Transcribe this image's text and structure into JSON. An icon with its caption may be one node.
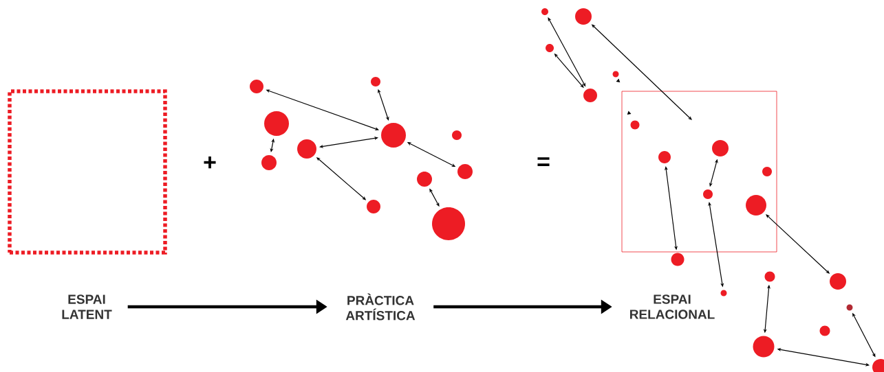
{
  "diagram": {
    "nodes": [
      {
        "text": [],
        "shape": "box"
      },
      {
        "text": [
          "ESPAI LATENT"
        ]
      },
      {
        "text": [
          "PRÀCTICA ARTÍSTICA"
        ]
      },
      {
        "text": [
          "ESPAI RELACIONAL"
        ]
      },
      {
        "text": [],
        "shape": "box"
      },
      {
        "text": [],
        "shape": "circle"
      },
      {
        "text": [],
        "shape": "circle"
      },
      {
        "text": [],
        "shape": "circle"
      },
      {
        "text": [],
        "shape": "circle"
      },
      {
        "text": [],
        "shape": "circle"
      },
      {
        "text": [],
        "shape": "circle"
      },
      {
        "text": [],
        "shape": "circle"
      },
      {
        "text": [],
        "shape": "circle"
      },
      {
        "text": [],
        "shape": "circle"
      },
      {
        "text": [],
        "shape": "circle"
      },
      {
        "text": [],
        "shape": "circle"
      },
      {
        "text": [],
        "shape": "circle"
      },
      {
        "text": [],
        "shape": "circle"
      },
      {
        "text": [],
        "shape": "circle"
      },
      {
        "text": [],
        "shape": "circle"
      },
      {
        "text": [],
        "shape": "circle"
      },
      {
        "text": [],
        "shape": "circle",
        "in": 4
      },
      {
        "text": [],
        "shape": "circle",
        "in": 4
      },
      {
        "text": [],
        "shape": "circle",
        "in": 4
      },
      {
        "text": [],
        "shape": "circle",
        "in": 4
      },
      {
        "text": [],
        "shape": "circle",
        "in": 4
      },
      {
        "text": [],
        "shape": "circle",
        "in": 4
      },
      {
        "text": [],
        "shape": "circle"
      },
      {
        "text": [],
        "shape": "circle"
      },
      {
        "text": [],
        "shape": "circle"
      },
      {
        "text": [],
        "shape": "circle"
      },
      {
        "text": [],
        "shape": "circle"
      },
      {
        "text": [],
        "shape": "circle"
      },
      {
        "text": [],
        "shape": "circle"
      },
      {
        "text": [],
        "shape": "circle"
      }
    ],
    "edges": [
      {
        "from": 1,
        "to": 2,
        "arrow": "to",
        "style": "thick"
      },
      {
        "from": 2,
        "to": 3,
        "arrow": "to",
        "style": "thick"
      },
      {
        "from": 5,
        "to": 8,
        "arrow": "both"
      },
      {
        "from": 6,
        "to": 8,
        "arrow": "both"
      },
      {
        "from": 7,
        "to": 11,
        "arrow": "both"
      },
      {
        "from": 10,
        "to": 8,
        "arrow": "both"
      },
      {
        "from": 8,
        "to": 12,
        "arrow": "both"
      },
      {
        "from": 10,
        "to": 14,
        "arrow": "both"
      },
      {
        "from": 13,
        "to": 15,
        "arrow": "both"
      },
      {
        "from": 16,
        "to": 20,
        "arrow": "both"
      },
      {
        "from": 18,
        "to": 20,
        "arrow": "both"
      },
      {
        "from": 17,
        "to": null,
        "arrow": "both"
      },
      {
        "from": 23,
        "to": 25,
        "arrow": "both"
      },
      {
        "from": 22,
        "to": 27,
        "arrow": "both"
      },
      {
        "from": 25,
        "to": 30,
        "arrow": "both"
      },
      {
        "from": 26,
        "to": 29,
        "arrow": "both"
      },
      {
        "from": 28,
        "to": 33,
        "arrow": "both"
      },
      {
        "from": 33,
        "to": 34,
        "arrow": "both"
      },
      {
        "from": 31,
        "to": 34,
        "arrow": "both"
      }
    ],
    "labels": [
      "+",
      "="
    ]
  }
}
